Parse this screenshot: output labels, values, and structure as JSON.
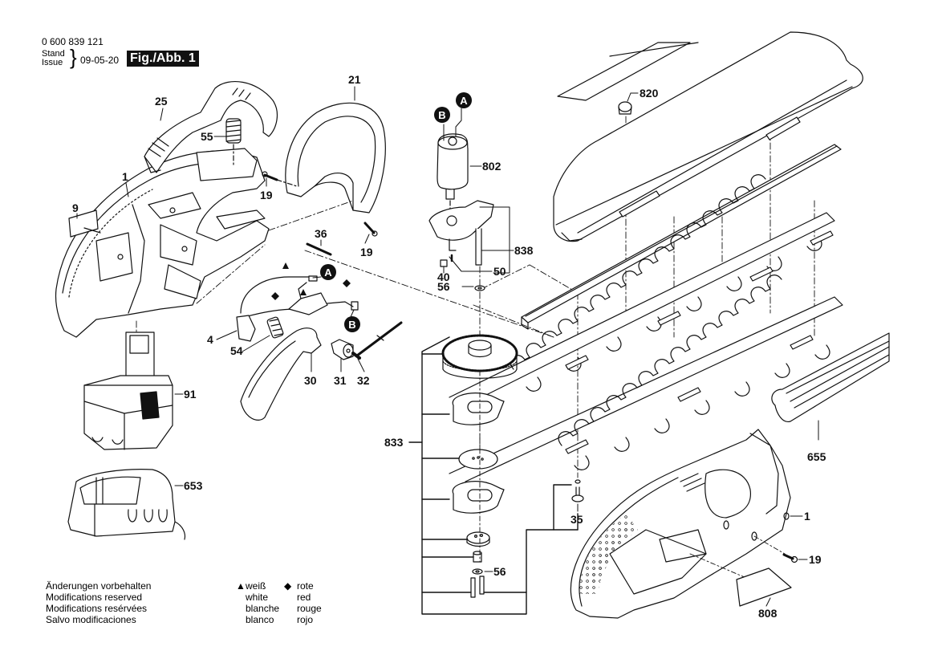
{
  "header": {
    "part_number": "0 600 839 121",
    "stand_label": "Stand",
    "issue_label": "Issue",
    "date": "09-05-20",
    "figure_label": "Fig./Abb. 1"
  },
  "parts": {
    "p1_left": "1",
    "p1_right": "1",
    "p9": "9",
    "p19_a": "19",
    "p19_b": "19",
    "p19_c": "19",
    "p21": "21",
    "p25": "25",
    "p30": "30",
    "p31": "31",
    "p32": "32",
    "p35": "35",
    "p36": "36",
    "p4": "4",
    "p40": "40",
    "p50": "50",
    "p54": "54",
    "p55": "55",
    "p56_a": "56",
    "p56_b": "56",
    "p91": "91",
    "p653": "653",
    "p655": "655",
    "p802": "802",
    "p808": "808",
    "p820": "820",
    "p833": "833",
    "p838": "838"
  },
  "callouts": {
    "a1": "A",
    "b1": "B",
    "a2": "A",
    "b2": "B"
  },
  "footer": {
    "notes": [
      "Änderungen vorbehalten",
      "Modifications reserved",
      "Modifications resérvées",
      "Salvo modificaciones"
    ],
    "legend_white": {
      "symbol": "▲",
      "labels": [
        "weiß",
        "white",
        "blanche",
        "blanco"
      ]
    },
    "legend_red": {
      "symbol": "◆",
      "labels": [
        "rote",
        "red",
        "rouge",
        "rojo"
      ]
    }
  }
}
